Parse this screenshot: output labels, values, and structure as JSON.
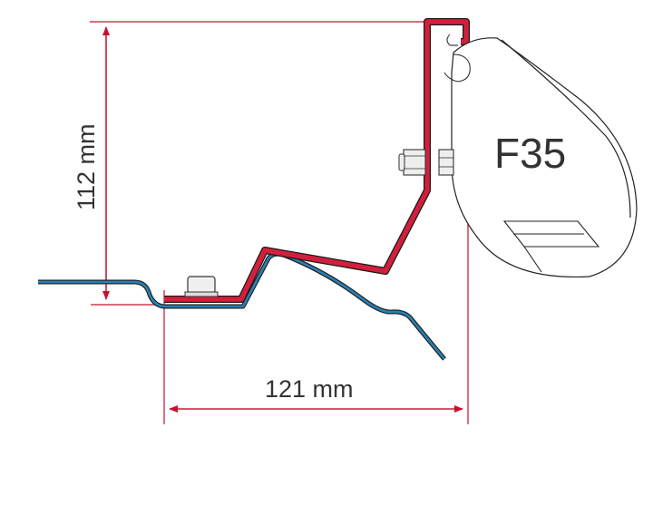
{
  "diagram": {
    "type": "technical-drawing",
    "subject": "awning mounting bracket adapter",
    "model_label": "F35",
    "dimensions": {
      "height": {
        "value": 112,
        "unit": "mm",
        "label": "112 mm"
      },
      "width": {
        "value": 121,
        "unit": "mm",
        "label": "121 mm"
      }
    },
    "colors": {
      "bracket": "#d21f3c",
      "vehicle_panel": "#2a7fb0",
      "dimension_line": "#c8102e",
      "outline": "#222222",
      "text": "#333333",
      "background": "#ffffff"
    },
    "components": [
      {
        "name": "adapter-bracket",
        "color": "red"
      },
      {
        "name": "vehicle-roof-panel",
        "color": "blue"
      },
      {
        "name": "awning-housing",
        "label": "F35"
      },
      {
        "name": "bolt-nut"
      },
      {
        "name": "base-screw-head"
      }
    ]
  }
}
